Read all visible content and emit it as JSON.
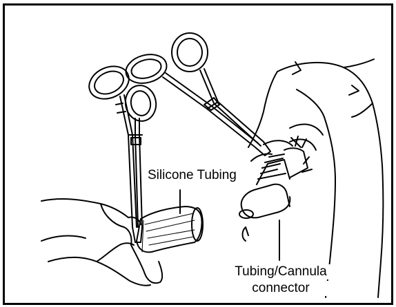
{
  "figure": {
    "labels": {
      "silicone_tubing": "Silicone Tubing",
      "connector_line1": "Tubing/Cannula",
      "connector_line2": "connector"
    },
    "colors": {
      "ink": "#000000",
      "background": "#ffffff"
    },
    "icons": [
      "hemostat-forceps-icon",
      "hand-icon",
      "tubing-icon",
      "cannula-connector-icon",
      "droplet-icon"
    ]
  }
}
